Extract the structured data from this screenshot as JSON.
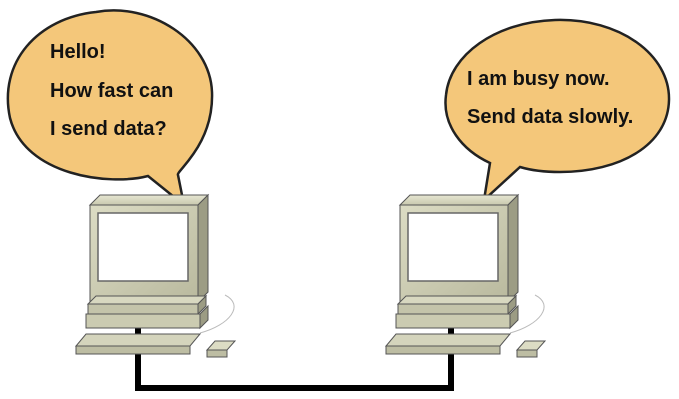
{
  "colors": {
    "bubble_fill": "#f4c77a",
    "bubble_stroke": "#222222",
    "monitor_body": "#cfcfb6",
    "monitor_side": "#9c9c84",
    "screen": "#ffffff",
    "cable": "#000000"
  },
  "left_bubble": {
    "lines": [
      "Hello!",
      "How fast can",
      "I send data?"
    ]
  },
  "right_bubble": {
    "lines": [
      "I am busy now.",
      "Send data slowly."
    ]
  }
}
